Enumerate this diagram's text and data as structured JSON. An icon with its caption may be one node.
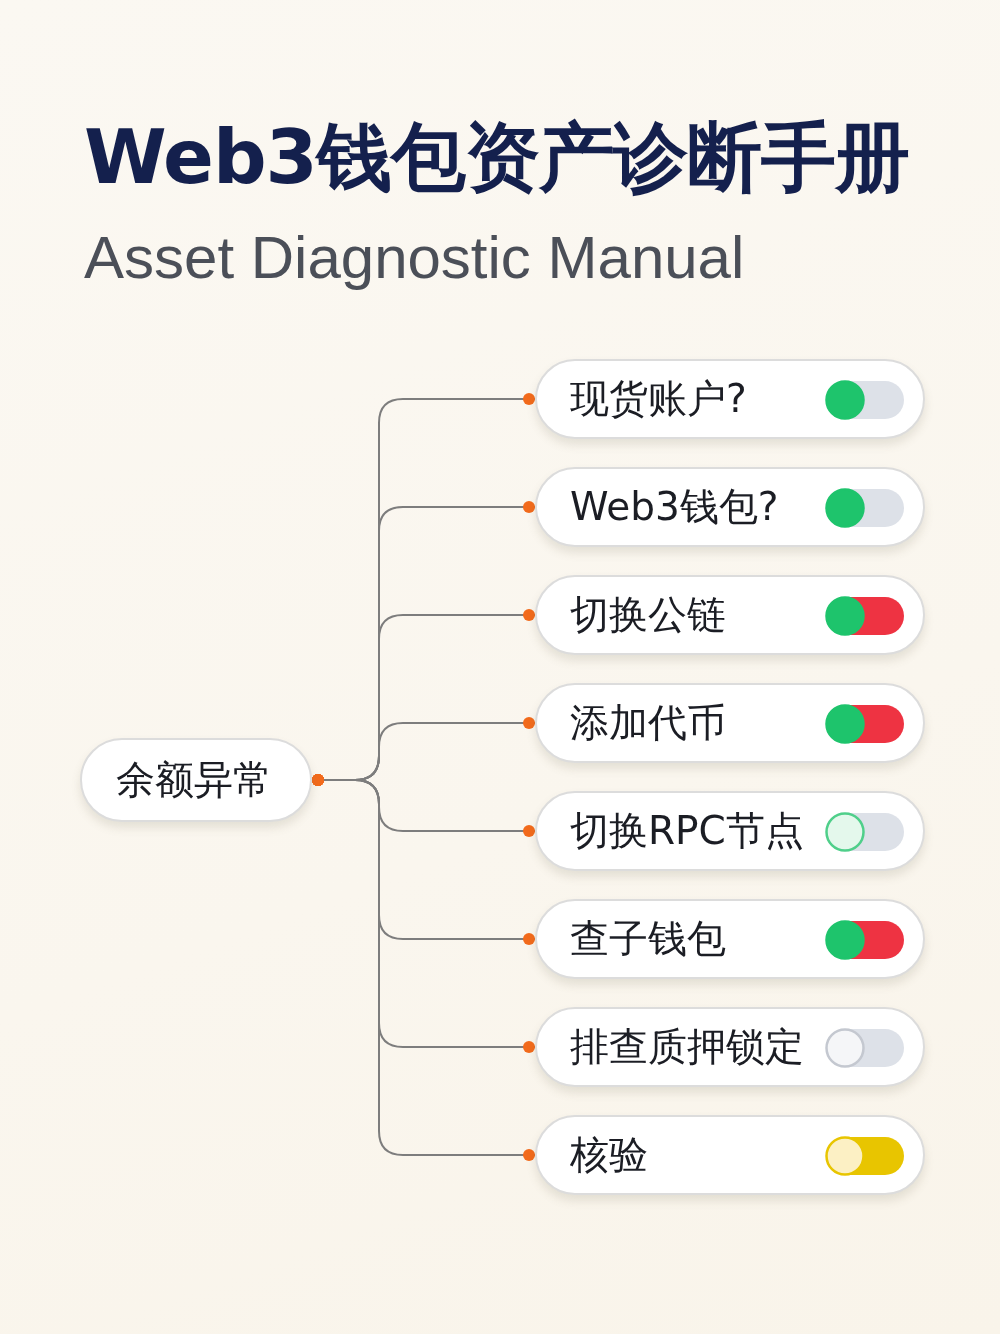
{
  "diagram": {
    "title": "Web3钱包资产诊断手册",
    "nodes": [
      {
        "text": [
          "余额异常"
        ]
      },
      {
        "text": [
          "现货账户?"
        ]
      },
      {
        "text": [
          "Web3钱包?"
        ]
      },
      {
        "text": [
          "切换公链"
        ]
      },
      {
        "text": [
          "添加代币"
        ]
      },
      {
        "text": [
          "切换RPC节点"
        ]
      },
      {
        "text": [
          "查子钱包"
        ]
      },
      {
        "text": [
          "排查质押锁定"
        ]
      },
      {
        "text": [
          "核验"
        ]
      }
    ],
    "edges": [
      {
        "from": 0,
        "to": 1,
        "arrow": "other"
      },
      {
        "from": 0,
        "to": 2,
        "arrow": "other"
      },
      {
        "from": 0,
        "to": 3,
        "arrow": "other"
      },
      {
        "from": 0,
        "to": 4,
        "arrow": "other"
      },
      {
        "from": 0,
        "to": 5,
        "arrow": "other"
      },
      {
        "from": 0,
        "to": 6,
        "arrow": "other"
      },
      {
        "from": 0,
        "to": 7,
        "arrow": "other"
      },
      {
        "from": 0,
        "to": 8,
        "arrow": "other"
      }
    ],
    "labels": [
      "Asset Diagnostic Manual"
    ]
  }
}
